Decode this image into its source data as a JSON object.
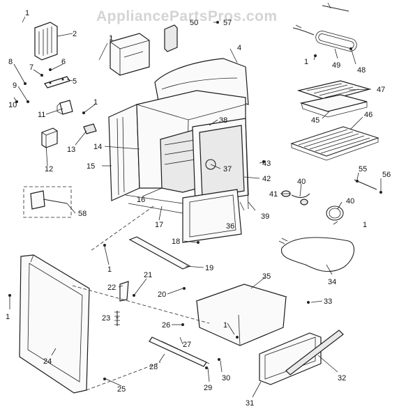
{
  "watermark": "AppliancePartsPros.com",
  "labels": {
    "l1a": "1",
    "l1b": "1",
    "l1c": "1",
    "l1d": "1",
    "l1e": "1",
    "l1f": "1",
    "l1g": "1",
    "l1h": "1",
    "l2": "2",
    "l4": "4",
    "l5": "5",
    "l6": "6",
    "l7": "7",
    "l8": "8",
    "l9": "9",
    "l10": "10",
    "l11": "11",
    "l12": "12",
    "l13": "13",
    "l14": "14",
    "l15": "15",
    "l16": "16",
    "l17": "17",
    "l18": "18",
    "l19": "19",
    "l20": "20",
    "l21": "21",
    "l22": "22",
    "l23": "23",
    "l24": "24",
    "l25": "25",
    "l26": "26",
    "l27": "27",
    "l28": "28",
    "l29": "29",
    "l30": "30",
    "l31": "31",
    "l32": "32",
    "l33": "33",
    "l34": "34",
    "l35": "35",
    "l36": "36",
    "l37": "37",
    "l38": "38",
    "l39": "39",
    "l40a": "40",
    "l40b": "40",
    "l41": "41",
    "l42": "42",
    "l43": "43",
    "l45": "45",
    "l46": "46",
    "l47": "47",
    "l48": "48",
    "l49": "49",
    "l50": "50",
    "l55": "55",
    "l56": "56",
    "l57": "57",
    "l58": "58"
  }
}
